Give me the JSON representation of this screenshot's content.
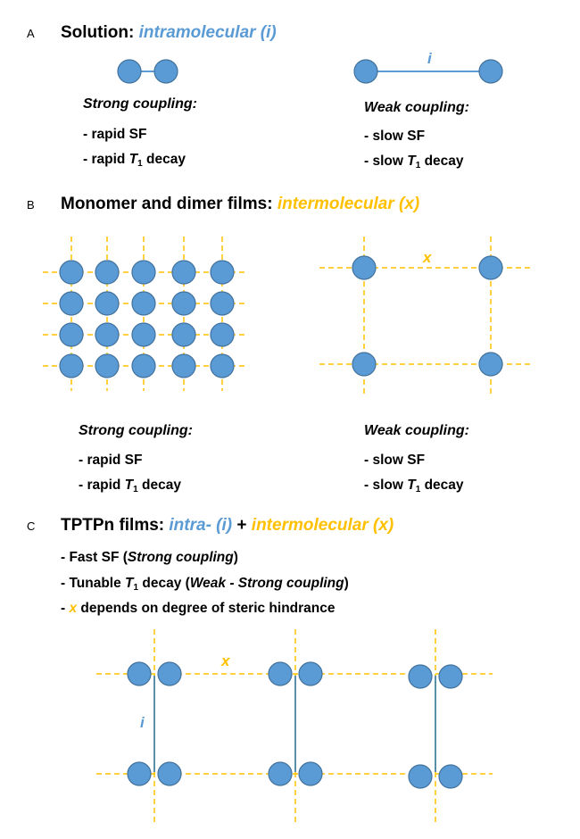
{
  "panelA": {
    "letter": "A",
    "heading_prefix": "Solution:",
    "heading_highlight": "intramolecular (i)",
    "link_label": "i",
    "strong": {
      "title": "Strong coupling:",
      "line1": "- rapid SF",
      "line2_prefix": "- rapid ",
      "T": "T",
      "sub": "1",
      "line2_suffix": " decay"
    },
    "weak": {
      "title": "Weak coupling:",
      "line1": "- slow SF",
      "line2_prefix": "- slow ",
      "T": "T",
      "sub": "1",
      "line2_suffix": " decay"
    }
  },
  "panelB": {
    "letter": "B",
    "heading_prefix": "Monomer and dimer films:",
    "heading_highlight": "intermolecular (x)",
    "link_label": "x",
    "strong": {
      "title": "Strong coupling:",
      "line1": "- rapid SF",
      "line2_prefix": "- rapid ",
      "T": "T",
      "sub": "1",
      "line2_suffix": " decay"
    },
    "weak": {
      "title": "Weak coupling:",
      "line1": "- slow SF",
      "line2_prefix": "- slow ",
      "T": "T",
      "sub": "1",
      "line2_suffix": " decay"
    }
  },
  "panelC": {
    "letter": "C",
    "heading_prefix": "TPTPn films:",
    "heading_intra": "intra- (i)",
    "heading_plus": "+",
    "heading_inter": "intermolecular (x)",
    "bullet1_prefix": "- Fast SF (",
    "bullet1_italic": "Strong coupling",
    "bullet1_suffix": ")",
    "bullet2_prefix": "- Tunable ",
    "bullet2_T": "T",
    "bullet2_sub": "1",
    "bullet2_mid": " decay (",
    "bullet2_italic": "Weak - Strong coupling",
    "bullet2_suffix": ")",
    "bullet3_prefix": "- ",
    "bullet3_x": "x",
    "bullet3_suffix": " depends on degree of steric hindrance",
    "label_x": "x",
    "label_i": "i"
  },
  "colors": {
    "circle_fill": "#5B9BD5",
    "circle_stroke": "#41719C",
    "intra": "#5B9BD5",
    "inter": "#FFC000"
  }
}
